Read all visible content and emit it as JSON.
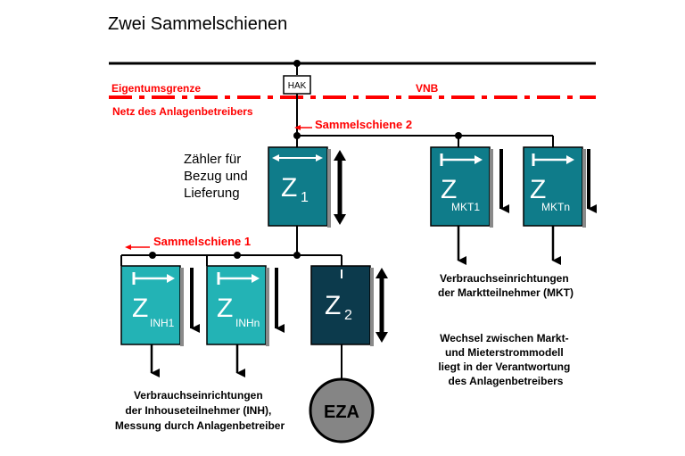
{
  "title": "Zwei Sammelschienen",
  "labels": {
    "hak": "HAK",
    "ownership_boundary": "Eigentumsgrenze",
    "vnb": "VNB",
    "operator_network": "Netz des Anlagenbetreibers",
    "busbar_2": "Sammelschiene 2",
    "busbar_1": "Sammelschiene 1",
    "meter_caption": [
      "Zähler für",
      "Bezug und",
      "Lieferung"
    ]
  },
  "meters": {
    "z1": {
      "letter": "Z",
      "sub": "1"
    },
    "z2": {
      "letter": "Z",
      "sub": "2"
    },
    "inh1": {
      "letter": "Z",
      "sub": "INH1"
    },
    "inhn": {
      "letter": "Z",
      "sub": "INHn"
    },
    "mkt1": {
      "letter": "Z",
      "sub": "MKT1"
    },
    "mktn": {
      "letter": "Z",
      "sub": "MKTn"
    }
  },
  "generator": "EZA",
  "notes": {
    "mkt_consumers": [
      "Verbrauchseinrichtungen",
      "der Marktteilnehmer (MKT)"
    ],
    "switch_note": [
      "Wechsel zwischen Markt-",
      "und Mieterstrommodell",
      "liegt in der Verantwortung",
      "des Anlagenbetreibers"
    ],
    "inh_consumers": [
      "Verbrauchseinrichtungen",
      "der Inhouseteilnehmer (INH),",
      "Messung durch Anlagenbetreiber"
    ]
  },
  "colors": {
    "meter_teal": "#0f7c8a",
    "meter_light": "#23b3b5",
    "meter_dark": "#0c3a4c",
    "red": "#ff0000",
    "generator_gray": "#858585"
  }
}
